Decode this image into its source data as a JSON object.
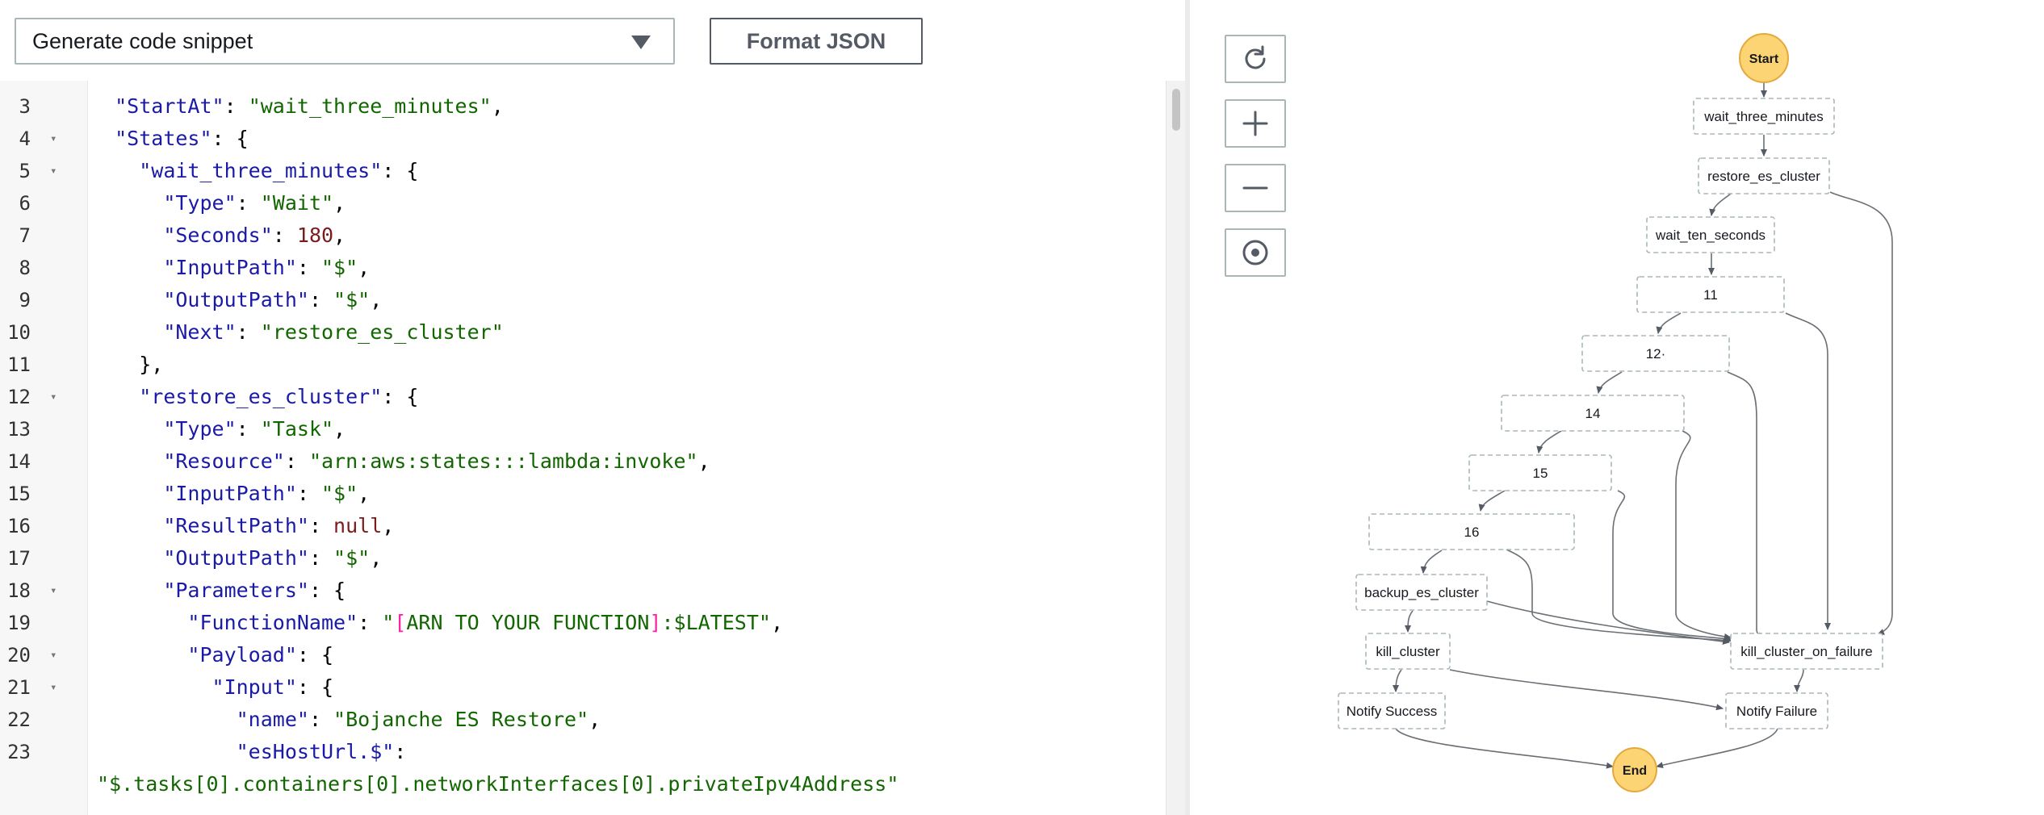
{
  "toolbar": {
    "snippet_dropdown_label": "Generate code snippet",
    "format_json_label": "Format JSON"
  },
  "colors": {
    "key": "#1a1aa6",
    "string": "#116600",
    "number": "#7a1c1c",
    "bracket_highlight": "#ff1fa0",
    "start_end_node": "#fcd473"
  },
  "editor": {
    "lines": [
      {
        "num": "3",
        "fold": false,
        "tokens": [
          {
            "t": "  ",
            "c": "p"
          },
          {
            "t": "\"StartAt\"",
            "c": "k"
          },
          {
            "t": ": ",
            "c": "p"
          },
          {
            "t": "\"wait_three_minutes\"",
            "c": "s"
          },
          {
            "t": ",",
            "c": "p"
          }
        ]
      },
      {
        "num": "4",
        "fold": true,
        "tokens": [
          {
            "t": "  ",
            "c": "p"
          },
          {
            "t": "\"States\"",
            "c": "k"
          },
          {
            "t": ": {",
            "c": "p"
          }
        ]
      },
      {
        "num": "5",
        "fold": true,
        "tokens": [
          {
            "t": "    ",
            "c": "p"
          },
          {
            "t": "\"wait_three_minutes\"",
            "c": "k"
          },
          {
            "t": ": {",
            "c": "p"
          }
        ]
      },
      {
        "num": "6",
        "fold": false,
        "tokens": [
          {
            "t": "      ",
            "c": "p"
          },
          {
            "t": "\"Type\"",
            "c": "k"
          },
          {
            "t": ": ",
            "c": "p"
          },
          {
            "t": "\"Wait\"",
            "c": "s"
          },
          {
            "t": ",",
            "c": "p"
          }
        ]
      },
      {
        "num": "7",
        "fold": false,
        "tokens": [
          {
            "t": "      ",
            "c": "p"
          },
          {
            "t": "\"Seconds\"",
            "c": "k"
          },
          {
            "t": ": ",
            "c": "p"
          },
          {
            "t": "180",
            "c": "n"
          },
          {
            "t": ",",
            "c": "p"
          }
        ]
      },
      {
        "num": "8",
        "fold": false,
        "tokens": [
          {
            "t": "      ",
            "c": "p"
          },
          {
            "t": "\"InputPath\"",
            "c": "k"
          },
          {
            "t": ": ",
            "c": "p"
          },
          {
            "t": "\"$\"",
            "c": "s"
          },
          {
            "t": ",",
            "c": "p"
          }
        ]
      },
      {
        "num": "9",
        "fold": false,
        "tokens": [
          {
            "t": "      ",
            "c": "p"
          },
          {
            "t": "\"OutputPath\"",
            "c": "k"
          },
          {
            "t": ": ",
            "c": "p"
          },
          {
            "t": "\"$\"",
            "c": "s"
          },
          {
            "t": ",",
            "c": "p"
          }
        ]
      },
      {
        "num": "10",
        "fold": false,
        "tokens": [
          {
            "t": "      ",
            "c": "p"
          },
          {
            "t": "\"Next\"",
            "c": "k"
          },
          {
            "t": ": ",
            "c": "p"
          },
          {
            "t": "\"restore_es_cluster\"",
            "c": "s"
          }
        ]
      },
      {
        "num": "11",
        "fold": false,
        "tokens": [
          {
            "t": "    },",
            "c": "p"
          }
        ]
      },
      {
        "num": "12",
        "fold": true,
        "tokens": [
          {
            "t": "    ",
            "c": "p"
          },
          {
            "t": "\"restore_es_cluster\"",
            "c": "k"
          },
          {
            "t": ": {",
            "c": "p"
          }
        ]
      },
      {
        "num": "13",
        "fold": false,
        "tokens": [
          {
            "t": "      ",
            "c": "p"
          },
          {
            "t": "\"Type\"",
            "c": "k"
          },
          {
            "t": ": ",
            "c": "p"
          },
          {
            "t": "\"Task\"",
            "c": "s"
          },
          {
            "t": ",",
            "c": "p"
          }
        ]
      },
      {
        "num": "14",
        "fold": false,
        "tokens": [
          {
            "t": "      ",
            "c": "p"
          },
          {
            "t": "\"Resource\"",
            "c": "k"
          },
          {
            "t": ": ",
            "c": "p"
          },
          {
            "t": "\"arn:aws:states:::lambda:invoke\"",
            "c": "s"
          },
          {
            "t": ",",
            "c": "p"
          }
        ]
      },
      {
        "num": "15",
        "fold": false,
        "tokens": [
          {
            "t": "      ",
            "c": "p"
          },
          {
            "t": "\"InputPath\"",
            "c": "k"
          },
          {
            "t": ": ",
            "c": "p"
          },
          {
            "t": "\"$\"",
            "c": "s"
          },
          {
            "t": ",",
            "c": "p"
          }
        ]
      },
      {
        "num": "16",
        "fold": false,
        "tokens": [
          {
            "t": "      ",
            "c": "p"
          },
          {
            "t": "\"ResultPath\"",
            "c": "k"
          },
          {
            "t": ": ",
            "c": "p"
          },
          {
            "t": "null",
            "c": "n"
          },
          {
            "t": ",",
            "c": "p"
          }
        ]
      },
      {
        "num": "17",
        "fold": false,
        "tokens": [
          {
            "t": "      ",
            "c": "p"
          },
          {
            "t": "\"OutputPath\"",
            "c": "k"
          },
          {
            "t": ": ",
            "c": "p"
          },
          {
            "t": "\"$\"",
            "c": "s"
          },
          {
            "t": ",",
            "c": "p"
          }
        ]
      },
      {
        "num": "18",
        "fold": true,
        "tokens": [
          {
            "t": "      ",
            "c": "p"
          },
          {
            "t": "\"Parameters\"",
            "c": "k"
          },
          {
            "t": ": {",
            "c": "p"
          }
        ]
      },
      {
        "num": "19",
        "fold": false,
        "tokens": [
          {
            "t": "        ",
            "c": "p"
          },
          {
            "t": "\"FunctionName\"",
            "c": "k"
          },
          {
            "t": ": ",
            "c": "p"
          },
          {
            "t": "\"",
            "c": "s"
          },
          {
            "t": "[",
            "c": "hl"
          },
          {
            "t": "ARN TO YOUR FUNCTION",
            "c": "s"
          },
          {
            "t": "]",
            "c": "hl"
          },
          {
            "t": ":$LATEST\"",
            "c": "s"
          },
          {
            "t": ",",
            "c": "p"
          }
        ]
      },
      {
        "num": "20",
        "fold": true,
        "tokens": [
          {
            "t": "        ",
            "c": "p"
          },
          {
            "t": "\"Payload\"",
            "c": "k"
          },
          {
            "t": ": {",
            "c": "p"
          }
        ]
      },
      {
        "num": "21",
        "fold": true,
        "tokens": [
          {
            "t": "          ",
            "c": "p"
          },
          {
            "t": "\"Input\"",
            "c": "k"
          },
          {
            "t": ": {",
            "c": "p"
          }
        ]
      },
      {
        "num": "22",
        "fold": false,
        "tokens": [
          {
            "t": "            ",
            "c": "p"
          },
          {
            "t": "\"name\"",
            "c": "k"
          },
          {
            "t": ": ",
            "c": "p"
          },
          {
            "t": "\"Bojanche ES Restore\"",
            "c": "s"
          },
          {
            "t": ",",
            "c": "p"
          }
        ]
      },
      {
        "num": "23",
        "fold": false,
        "tokens": [
          {
            "t": "            ",
            "c": "p"
          },
          {
            "t": "\"esHostUrl.$\"",
            "c": "k"
          },
          {
            "t": ":",
            "c": "p"
          }
        ]
      },
      {
        "num": "",
        "fold": false,
        "tokens": [
          {
            "t": "\"$.tasks[0].containers[0].networkInterfaces[0].privateIpv4Address\"",
            "c": "s"
          }
        ]
      }
    ]
  },
  "graph_controls": [
    {
      "name": "refresh-icon"
    },
    {
      "name": "zoom-in-icon"
    },
    {
      "name": "zoom-out-icon"
    },
    {
      "name": "center-icon"
    }
  ],
  "graph": {
    "nodes": {
      "start": "Start",
      "wait_three_minutes": "wait_three_minutes",
      "restore_es_cluster": "restore_es_cluster",
      "wait_ten_seconds": "wait_ten_seconds",
      "n11": "11",
      "n12": "12·",
      "n14": "14",
      "n15": "15",
      "n16": "16",
      "backup_es_cluster": "backup_es_cluster",
      "kill_cluster": "kill_cluster",
      "kill_cluster_on_failure": "kill_cluster_on_failure",
      "notify_success": "Notify Success",
      "notify_failure": "Notify Failure",
      "end": "End"
    }
  }
}
